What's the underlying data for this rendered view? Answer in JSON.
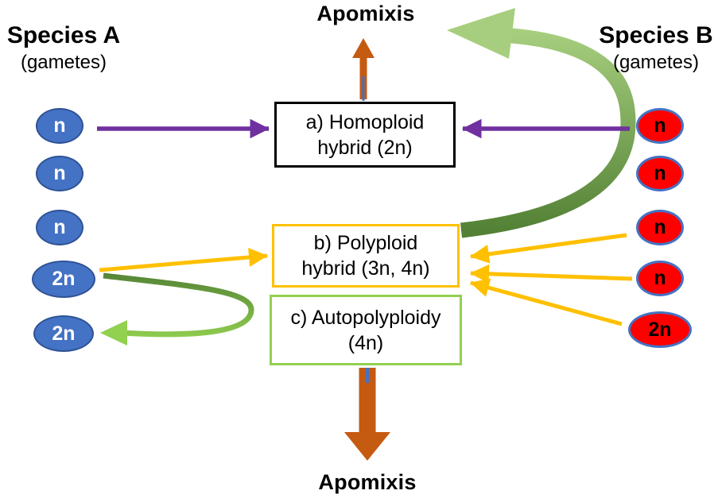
{
  "diagram_title_top": "Apomixis",
  "diagram_title_bottom": "Apomixis",
  "species_a": {
    "name": "Species A",
    "subtitle": "(gametes)"
  },
  "species_b": {
    "name": "Species B",
    "subtitle": "(gametes)"
  },
  "gametes_a": [
    "n",
    "n",
    "n",
    "2n",
    "2n"
  ],
  "gametes_b": [
    "n",
    "n",
    "n",
    "n",
    "2n"
  ],
  "boxes": {
    "a": {
      "line1": "a) Homoploid",
      "line2": "hybrid (2n)"
    },
    "b": {
      "line1": "b) Polyploid",
      "line2": "hybrid (3n, 4n)"
    },
    "c": {
      "line1": "c) Autopolyploidy",
      "line2": "(4n)"
    }
  },
  "colors": {
    "gamete_a_fill": "#4472C4",
    "gamete_a_border": "#2E5395",
    "gamete_b_fill": "#FF0000",
    "gamete_b_border": "#4472C4",
    "homoploid_arrows": "#7030A0",
    "polyploid_arrows": "#FFC000",
    "apomixis_arrows": "#C55A11",
    "apomixis_arrow_accent": "#4472C4",
    "curved_arrow_dark_green": "#538135",
    "curved_arrow_light_green": "#A6CE7E",
    "autopolyploidy_arrow_light_green": "#92D050",
    "box_a_border": "#000000",
    "box_b_border": "#FFC000",
    "box_c_border": "#92D050"
  }
}
